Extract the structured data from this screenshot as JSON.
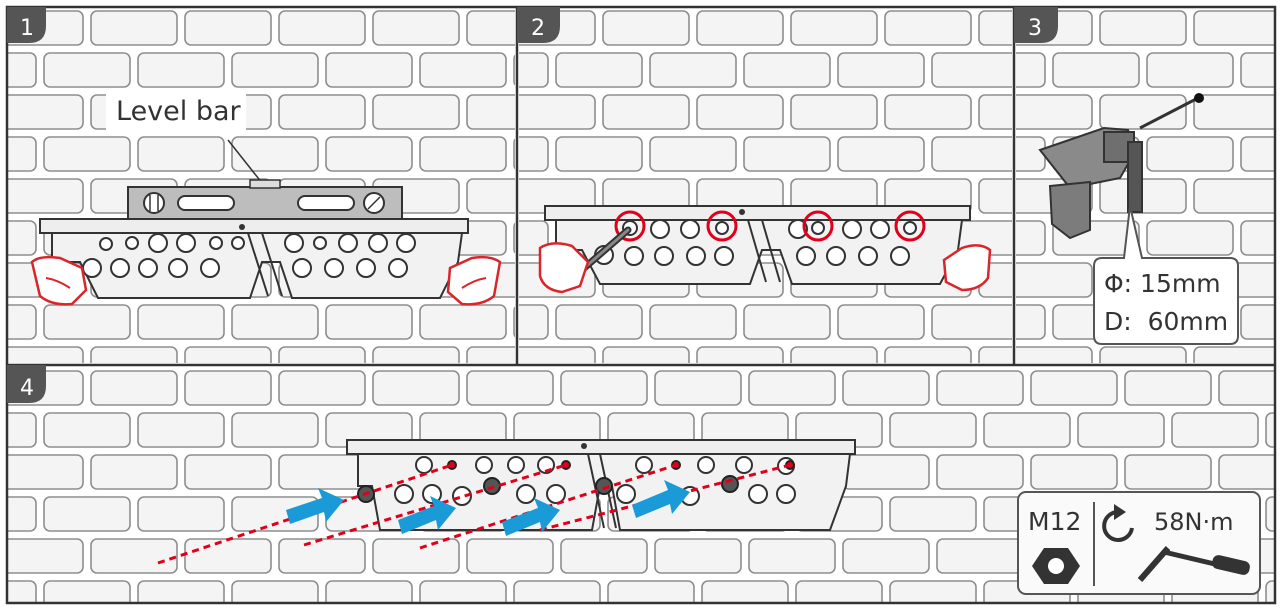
{
  "panels": [
    {
      "number": "1",
      "label": "Level bar"
    },
    {
      "number": "2"
    },
    {
      "number": "3",
      "callout": {
        "line1": "Φ: 15mm",
        "line2": "D:  60mm"
      }
    },
    {
      "number": "4",
      "torque": {
        "bolt": "M12",
        "value": "58N·m"
      }
    }
  ],
  "colors": {
    "wall": "#ffffff",
    "brick_fill": "#f4f4f4",
    "brick_stroke": "#8e8e8e",
    "badge": "#555555",
    "accent_red": "#e0001b",
    "arrow_blue": "#1a9ad6",
    "metal": "#e6e6e6",
    "level_bar": "#bfbfbf",
    "glove": "#ffffff",
    "glove_stroke": "#d9262a"
  },
  "icons": [
    "level-bar-icon",
    "glove-icon",
    "drill-icon",
    "hex-nut-icon",
    "rotate-clockwise-icon",
    "torque-wrench-icon",
    "expansion-bolt-icon"
  ]
}
